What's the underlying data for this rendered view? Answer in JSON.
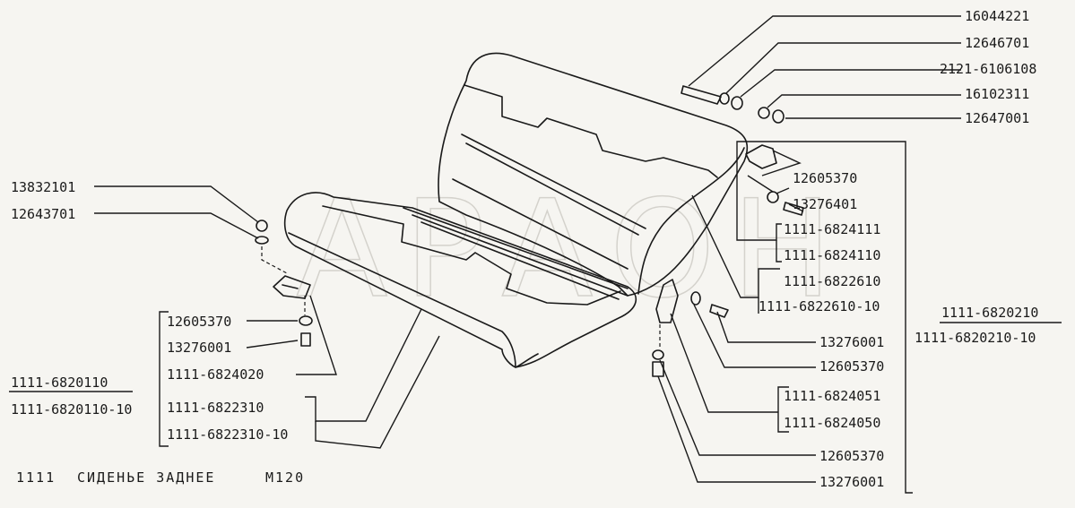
{
  "watermark": "АРАОН",
  "caption": {
    "model": "1111",
    "name": "СИДЕНЬЕ ЗАДНЕЕ",
    "code": "М120"
  },
  "labels_left": {
    "l13832101": "13832101",
    "l12643701": "12643701",
    "l12605370": "12605370",
    "l13276001": "13276001",
    "l1111_6824020": "1111-6824020",
    "l1111_6822310": "1111-6822310",
    "l1111_6822310_10": "1111-6822310-10",
    "assy_a": "1111-6820110",
    "assy_b": "1111-6820110-10"
  },
  "labels_top": {
    "l16044221": "16044221",
    "l12646701": "12646701",
    "l2121_6106108": "2121-6106108",
    "l16102311": "16102311",
    "l12647001": "12647001"
  },
  "labels_right": {
    "r12605370_a": "12605370",
    "r13276401": "13276401",
    "r1111_6824111": "1111-6824111",
    "r1111_6824110": "1111-6824110",
    "r1111_6822610": "1111-6822610",
    "r1111_6822610_10": "1111-6822610-10",
    "r13276001_a": "13276001",
    "r12605370_b": "12605370",
    "r1111_6824051": "1111-6824051",
    "r1111_6824050": "1111-6824050",
    "r12605370_c": "12605370",
    "r13276001_b": "13276001",
    "assy_a": "1111-6820210",
    "assy_b": "1111-6820210-10"
  }
}
